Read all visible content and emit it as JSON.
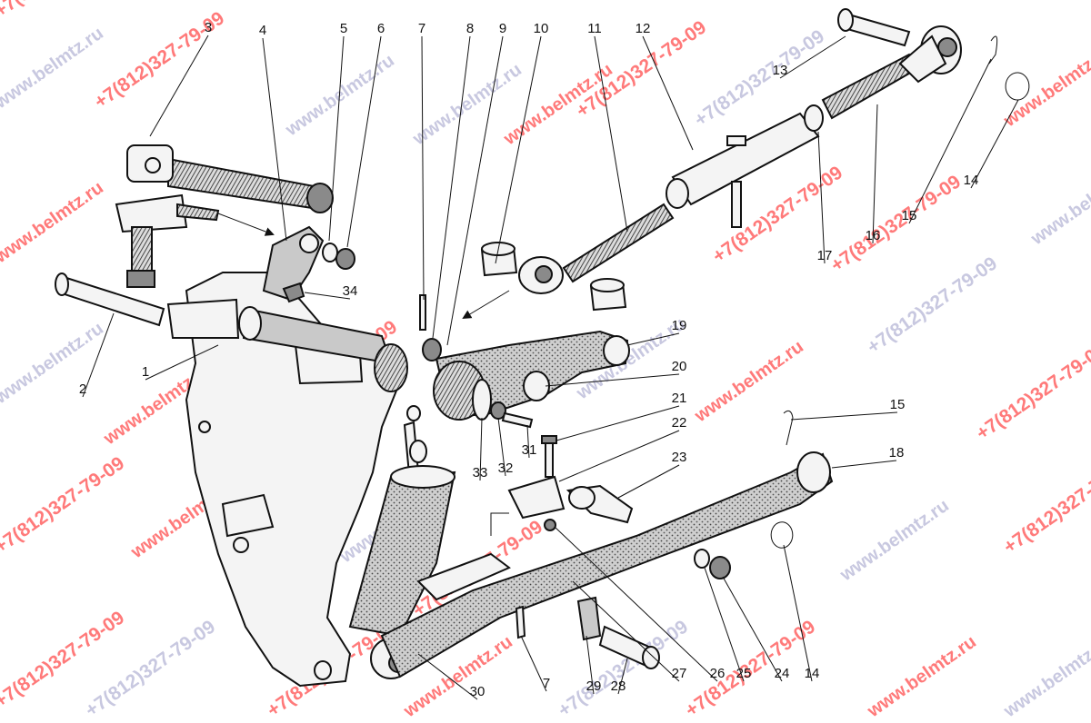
{
  "watermarks": {
    "site": "www.belmtz.ru",
    "phone": "+7(812)327-79-09",
    "site_color": "#ff7a7a",
    "phone_color": "#ff7a7a",
    "faint_color": "#c8c8e0"
  },
  "part_labels": [
    "1",
    "2",
    "3",
    "4",
    "5",
    "6",
    "7",
    "8",
    "9",
    "10",
    "11",
    "12",
    "13",
    "14",
    "15",
    "16",
    "17",
    "18",
    "19",
    "20",
    "21",
    "22",
    "23",
    "24",
    "25",
    "26",
    "27",
    "28",
    "29",
    "30",
    "31",
    "32",
    "33",
    "34",
    "7",
    "15",
    "14"
  ]
}
